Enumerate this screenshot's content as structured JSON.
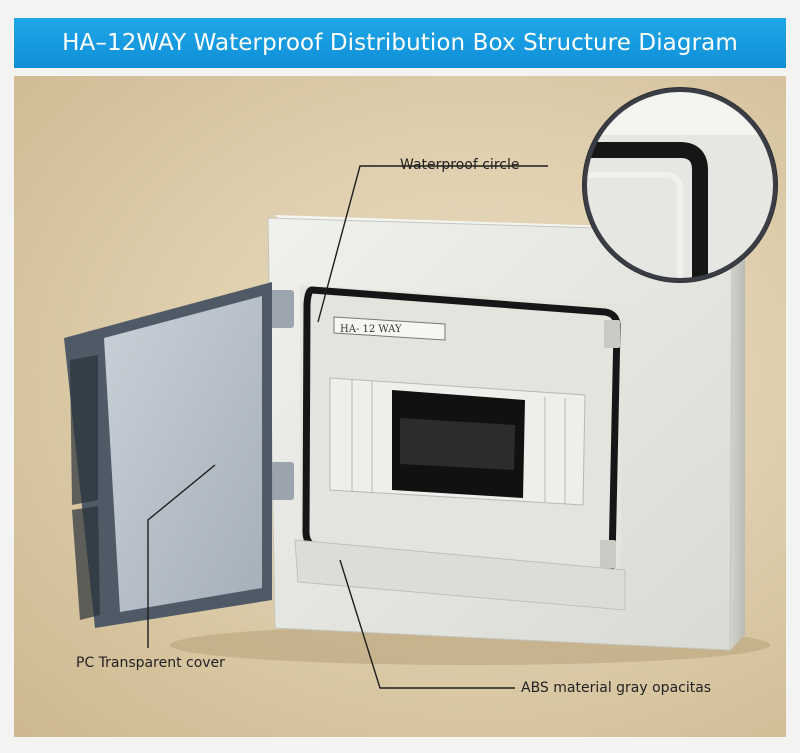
{
  "title": "HA–12WAY Waterproof Distribution Box Structure Diagram",
  "callouts": {
    "waterproof_circle": "Waterproof circle",
    "pc_cover": "PC Transparent cover",
    "abs_material": "ABS material gray opacitas"
  },
  "nameplate": "HA-  12 WAY",
  "colors": {
    "title_bar": "#1a9fe3",
    "background": "#dfcfae",
    "box_body": "#e9eae4",
    "seal": "#1a1a1a",
    "cover_frame": "#4f5a66"
  }
}
